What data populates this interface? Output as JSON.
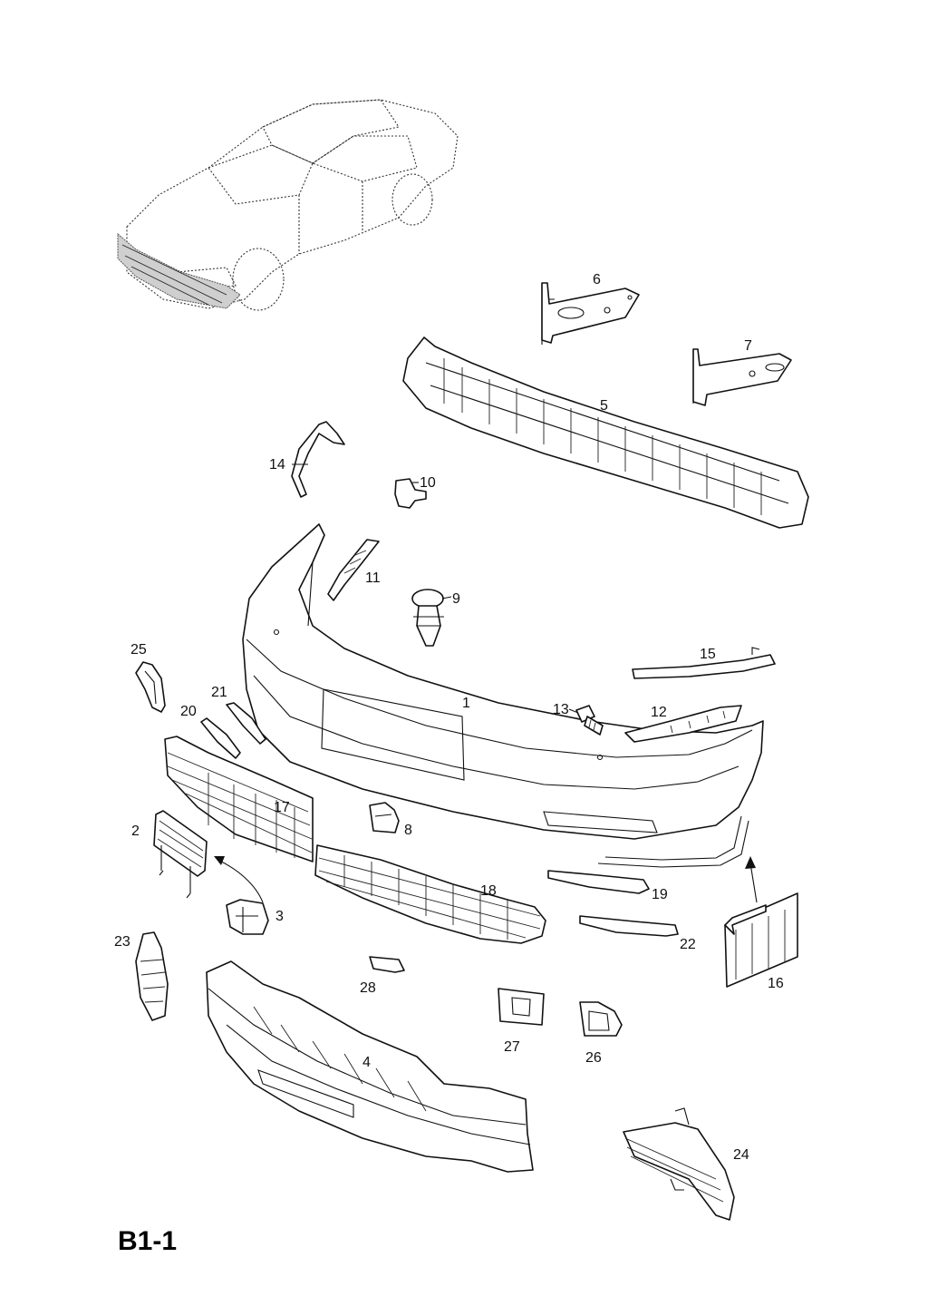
{
  "diagram": {
    "code": "B1-1",
    "parts": [
      {
        "id": "p1",
        "label": "1"
      },
      {
        "id": "p2",
        "label": "2"
      },
      {
        "id": "p3",
        "label": "3"
      },
      {
        "id": "p4",
        "label": "4"
      },
      {
        "id": "p5",
        "label": "5"
      },
      {
        "id": "p6",
        "label": "6"
      },
      {
        "id": "p7",
        "label": "7"
      },
      {
        "id": "p8",
        "label": "8"
      },
      {
        "id": "p9",
        "label": "9"
      },
      {
        "id": "p10",
        "label": "10"
      },
      {
        "id": "p11",
        "label": "11"
      },
      {
        "id": "p12",
        "label": "12"
      },
      {
        "id": "p13",
        "label": "13"
      },
      {
        "id": "p14",
        "label": "14"
      },
      {
        "id": "p15",
        "label": "15"
      },
      {
        "id": "p16",
        "label": "16"
      },
      {
        "id": "p17",
        "label": "17"
      },
      {
        "id": "p18",
        "label": "18"
      },
      {
        "id": "p19",
        "label": "19"
      },
      {
        "id": "p20",
        "label": "20"
      },
      {
        "id": "p21",
        "label": "21"
      },
      {
        "id": "p22",
        "label": "22"
      },
      {
        "id": "p23",
        "label": "23"
      },
      {
        "id": "p24",
        "label": "24"
      },
      {
        "id": "p25",
        "label": "25"
      },
      {
        "id": "p26",
        "label": "26"
      },
      {
        "id": "p27",
        "label": "27"
      },
      {
        "id": "p28",
        "label": "28"
      }
    ]
  }
}
